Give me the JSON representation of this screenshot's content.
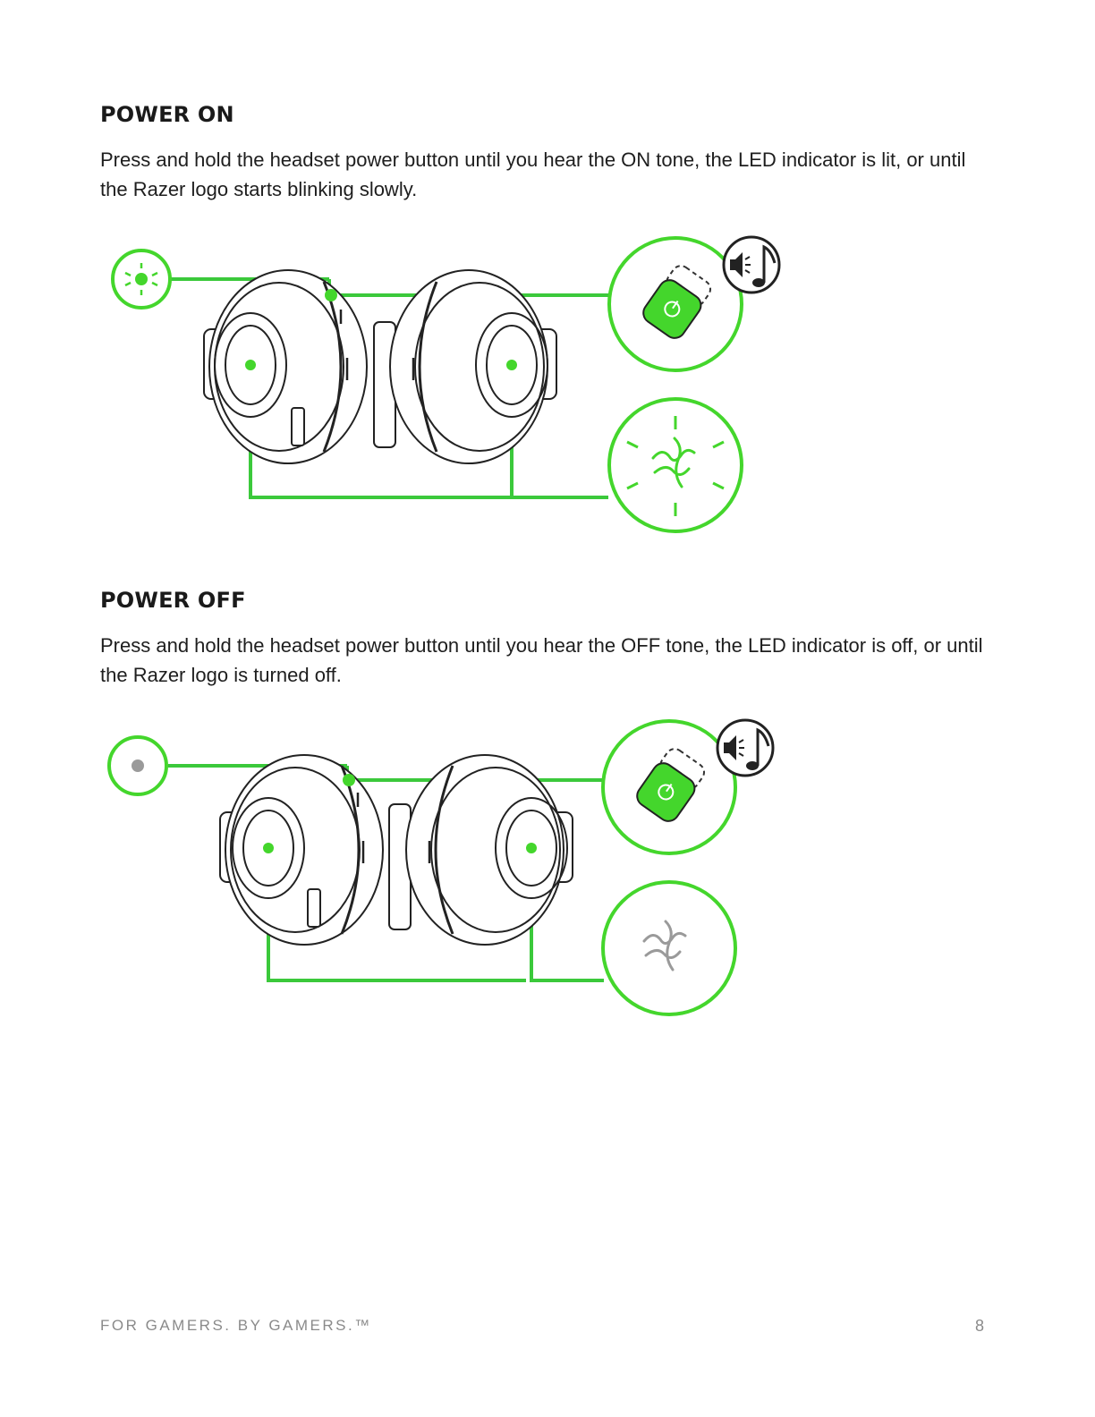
{
  "sections": [
    {
      "heading": "POWER ON",
      "body": "Press and hold the headset power button until you hear the ON tone, the LED indicator is lit, or until the Razer logo starts blinking slowly."
    },
    {
      "heading": "POWER OFF",
      "body": "Press and hold the headset power button until you hear the OFF tone, the LED indicator is off, or until the Razer logo is turned off."
    }
  ],
  "footer": {
    "slogan": "FOR GAMERS. BY GAMERS.™",
    "page_number": "8"
  },
  "colors": {
    "accent_green": "#44d62c",
    "callout_line_green": "#3bc93b",
    "led_off_gray": "#9a9a9a",
    "outline": "#222222"
  },
  "icons": [
    "led-indicator-icon",
    "power-button-icon",
    "tone-sound-icon",
    "razer-logo-icon",
    "headset-illustration"
  ]
}
